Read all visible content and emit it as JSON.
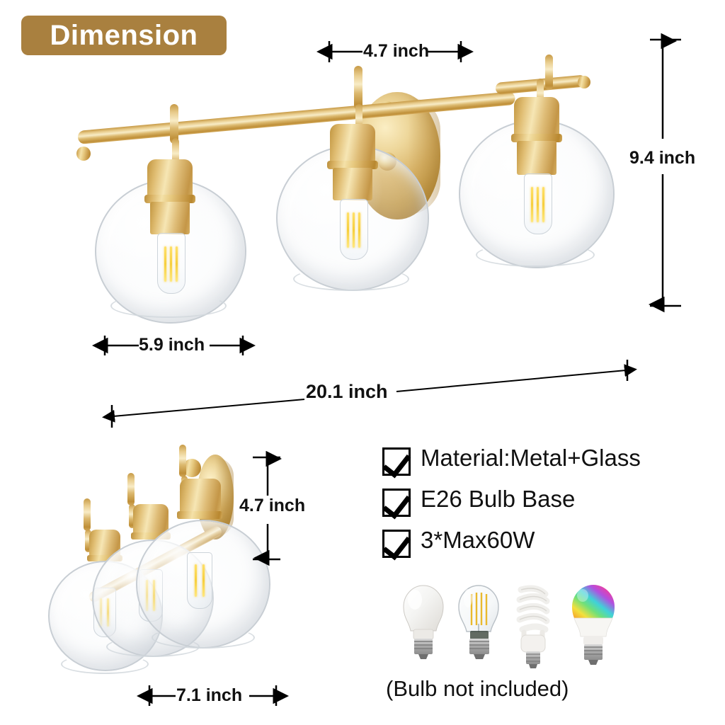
{
  "badge": {
    "label": "Dimension"
  },
  "dimensions": {
    "top_width": {
      "value": "4.7 inch",
      "orientation": "horizontal"
    },
    "right_height": {
      "value": "9.4 inch",
      "orientation": "vertical"
    },
    "shade_width": {
      "value": "5.9 inch",
      "orientation": "horizontal"
    },
    "total_width": {
      "value": "20.1 inch",
      "orientation": "horizontal"
    },
    "side_height": {
      "value": "4.7 inch",
      "orientation": "vertical"
    },
    "side_depth": {
      "value": "7.1 inch",
      "orientation": "horizontal"
    }
  },
  "specs": [
    {
      "label": "Material:Metal+Glass",
      "checked": true
    },
    {
      "label": "E26 Bulb Base",
      "checked": true
    },
    {
      "label": "3*Max60W",
      "checked": true
    }
  ],
  "bulbs": {
    "note": "(Bulb not included)",
    "items": [
      {
        "name": "led-frosted-bulb",
        "type": "LED A19 frosted"
      },
      {
        "name": "filament-bulb",
        "type": "Clear filament"
      },
      {
        "name": "cfl-spiral-bulb",
        "type": "CFL spiral"
      },
      {
        "name": "rgb-color-bulb",
        "type": "RGB color changing"
      }
    ]
  },
  "product": {
    "name": "3-light brass vanity wall sconce",
    "views": [
      {
        "name": "front-view",
        "lights": 3
      },
      {
        "name": "angled-view",
        "lights": 3
      }
    ]
  },
  "colors": {
    "badge_bg": "#a9803f",
    "badge_text": "#ffffff",
    "brass_light": "#f4e1a8",
    "brass_mid": "#d9b263",
    "brass_dark": "#b5883a",
    "glass_edge": "#c8ced4",
    "filament": "#f6cf3e",
    "dim_line": "#000000",
    "text": "#111111",
    "background": "#ffffff"
  }
}
